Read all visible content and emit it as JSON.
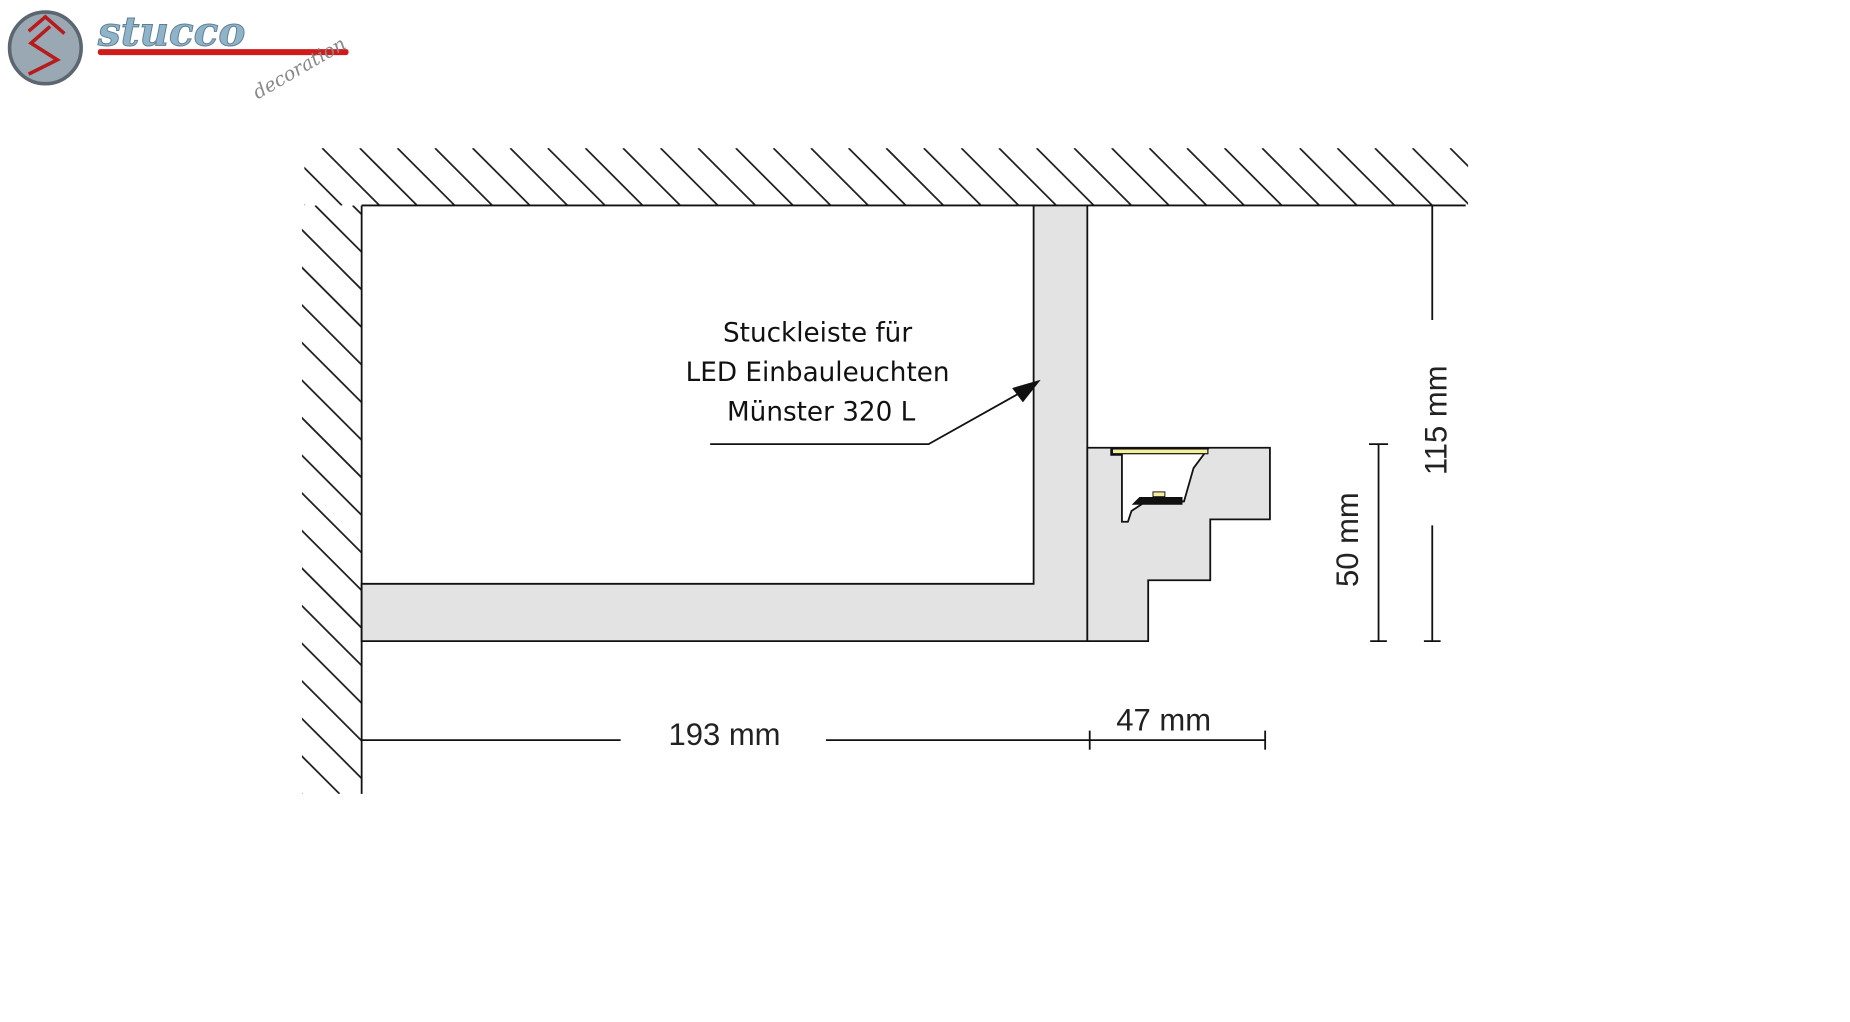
{
  "logo": {
    "brand": "stucco",
    "sub": "decoration"
  },
  "label": {
    "lines": [
      "Stuckleiste für",
      "LED Einbauleuchten",
      "Münster 320 L"
    ]
  },
  "dimensions": {
    "height_total": "115 mm",
    "height_profile": "50 mm",
    "width_total": "193 mm",
    "width_step": "47 mm"
  },
  "colors": {
    "profile": "#e3e3e3",
    "led": "#f5ef9c",
    "logo_red": "#d11a1a"
  }
}
